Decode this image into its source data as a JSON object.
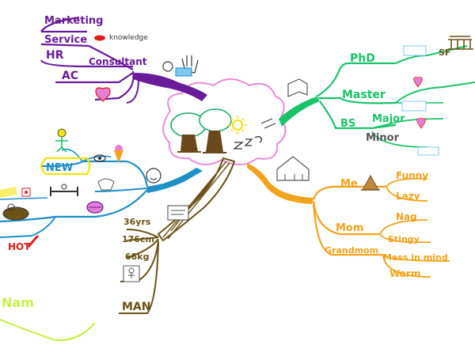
{
  "colors": {
    "purple": "#6a1b9a",
    "green": "#19c36a",
    "orange": "#f3a21b",
    "brown": "#6b5318",
    "blue": "#1e8fc9",
    "red": "#e21b1b",
    "pink": "#e57fd6",
    "yellow": "#f4e30a",
    "lime": "#c9f04a"
  },
  "work": {
    "marketing": "Marketing",
    "service": "Service",
    "hr": "HR",
    "ac": "AC",
    "consultant": "Consultant",
    "knowledge": "knowledge"
  },
  "education": {
    "phd": "PhD",
    "master": "Master",
    "bs": "BS",
    "major": "Major",
    "minor": "Minor",
    "sf": "SF"
  },
  "family": {
    "me": "Me",
    "funny": "Funny",
    "lazy": "Lazy",
    "mom": "Mom",
    "nag": "Nag",
    "stingy": "Stingy",
    "grandmom": "Grandmom",
    "mess": "Mess in mind",
    "warm": "Warm"
  },
  "body": {
    "age": "36yrs",
    "height": "176cm",
    "weight": "68kg",
    "man": "MAN"
  },
  "hobbies": {
    "new": "NEW",
    "hot": "HOT"
  },
  "partial": {
    "name": "Nam"
  }
}
